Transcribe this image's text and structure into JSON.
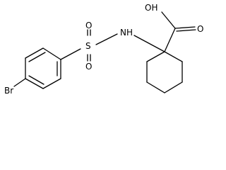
{
  "molecule": {
    "atoms": {
      "br": "Br",
      "s": "S",
      "o_top": "O",
      "o_bottom": "O",
      "nh": "NH",
      "oh": "OH",
      "o_carbonyl": "O"
    }
  }
}
